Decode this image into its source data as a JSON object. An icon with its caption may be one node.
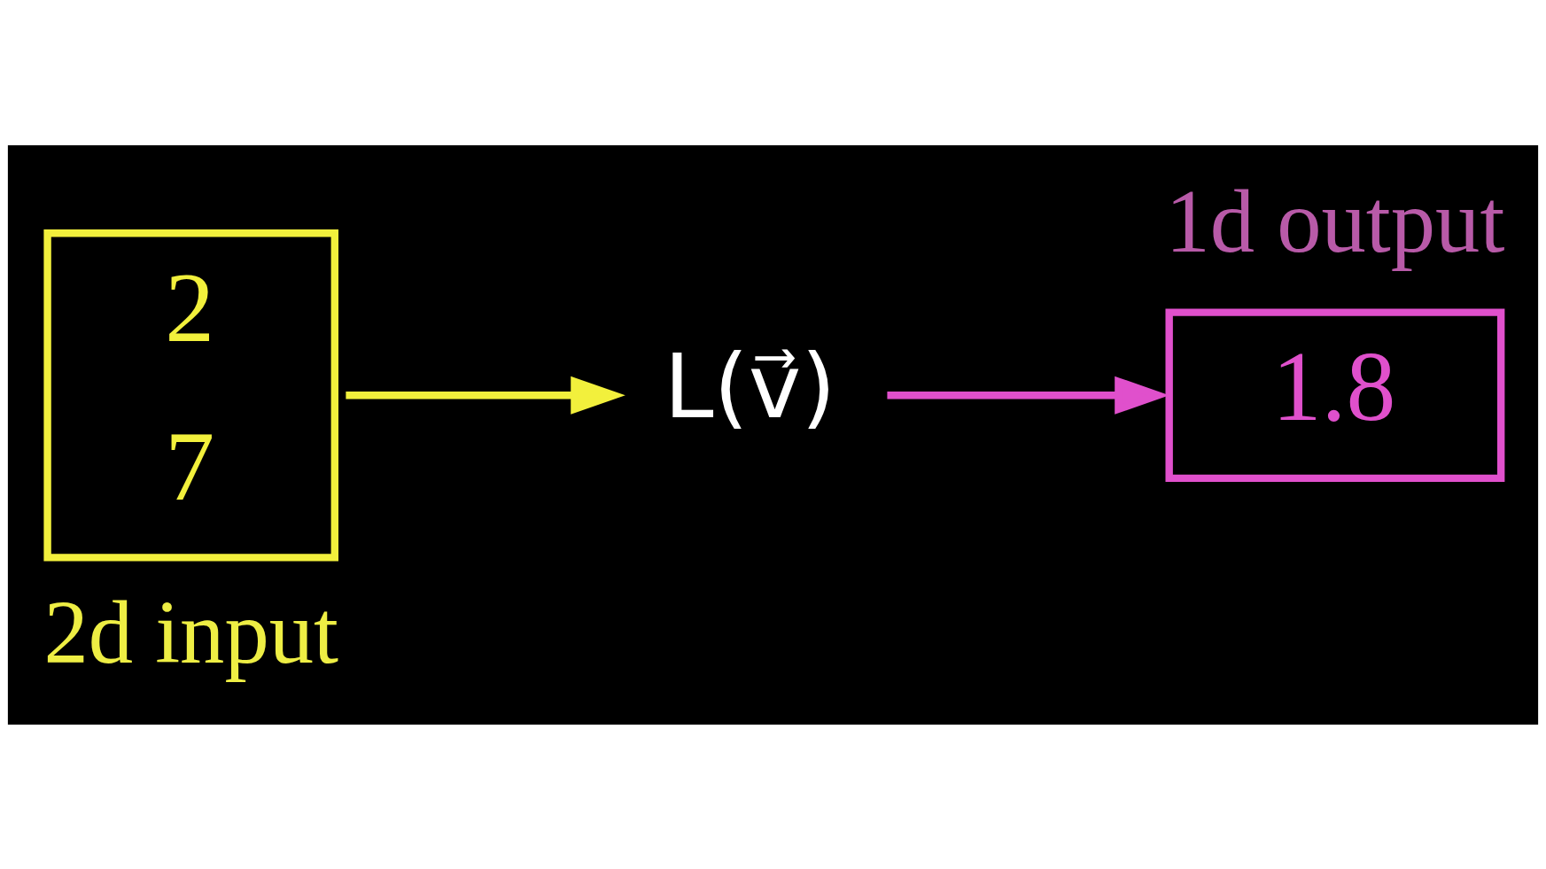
{
  "diagram": {
    "nodes": [
      {
        "text": [
          "2",
          "7"
        ],
        "beside": [
          "2d input"
        ]
      },
      {
        "text": [
          "L(v⃗)"
        ]
      },
      {
        "text": [
          "1.8"
        ],
        "beside": [
          "1d output"
        ]
      }
    ],
    "edges": [
      {
        "from": 0,
        "to": 1,
        "arrow": "to",
        "color": "#f2f03c"
      },
      {
        "from": 1,
        "to": 2,
        "arrow": "to",
        "color": "#e050cc"
      }
    ]
  }
}
